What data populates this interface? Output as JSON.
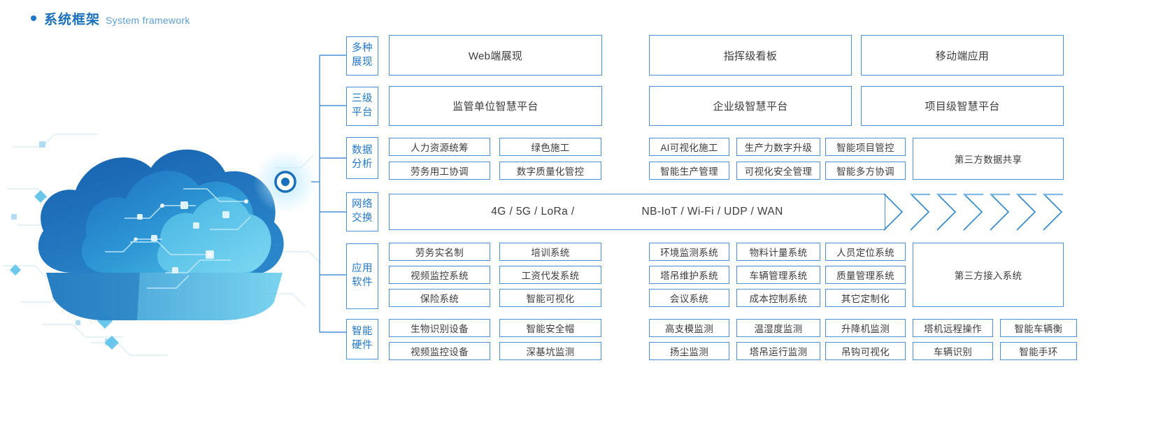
{
  "header": {
    "bullet": "bullet-dot",
    "title_cn": "系统框架",
    "title_en": "System framework"
  },
  "illustration": {
    "name": "cloud-computing-illustration",
    "colors": {
      "deep": "#1462ad",
      "mid": "#2d8ed0",
      "light": "#56c5e8",
      "pale": "#bfe4f5"
    }
  },
  "colors": {
    "accent": "#2277c8",
    "border": "#4a90d9",
    "text": "#3c3c3c",
    "label_text": "#2277c8"
  },
  "rows": [
    {
      "id": "presentation",
      "label": "多种\n展现",
      "label_l1": "多种",
      "label_l2": "展现",
      "groups": [
        {
          "id": "left",
          "cells": [
            [
              "Web端展现"
            ]
          ]
        },
        {
          "id": "middle",
          "cells": [
            [
              "指挥级看板"
            ]
          ]
        },
        {
          "id": "right",
          "cells": [
            [
              "移动端应用"
            ]
          ]
        }
      ]
    },
    {
      "id": "platform",
      "label_l1": "三级",
      "label_l2": "平台",
      "groups": [
        {
          "id": "left",
          "cells": [
            [
              "监管单位智慧平台"
            ]
          ]
        },
        {
          "id": "middle",
          "cells": [
            [
              "企业级智慧平台"
            ]
          ]
        },
        {
          "id": "right",
          "cells": [
            [
              "项目级智慧平台"
            ]
          ]
        }
      ]
    },
    {
      "id": "data-analysis",
      "label_l1": "数据",
      "label_l2": "分析",
      "groups": [
        {
          "id": "left",
          "cells": [
            [
              "人力资源统筹",
              "绿色施工"
            ],
            [
              "劳务用工协调",
              "数字质量化管控"
            ]
          ]
        },
        {
          "id": "middle",
          "cells": [
            [
              "AI可视化施工",
              "生产力数字升级",
              "智能项目管控"
            ],
            [
              "智能生产管理",
              "可视化安全管理",
              "智能多方协调"
            ]
          ]
        },
        {
          "id": "right",
          "cells": [
            [
              "第三方数据共享"
            ]
          ]
        }
      ]
    },
    {
      "id": "network",
      "label_l1": "网络",
      "label_l2": "交换",
      "network_text_left": "4G / 5G / LoRa /",
      "network_text_right": "NB-IoT / Wi-Fi / UDP / WAN",
      "chevron_count": 7
    },
    {
      "id": "application-software",
      "label_l1": "应用",
      "label_l2": "软件",
      "groups": [
        {
          "id": "left",
          "cells": [
            [
              "劳务实名制",
              "培训系统"
            ],
            [
              "视频监控系统",
              "工资代发系统"
            ],
            [
              "保险系统",
              "智能可视化"
            ]
          ]
        },
        {
          "id": "middle",
          "cells": [
            [
              "环境监测系统",
              "物料计量系统",
              "人员定位系统"
            ],
            [
              "塔吊维护系统",
              "车辆管理系统",
              "质量管理系统"
            ],
            [
              "会议系统",
              "成本控制系统",
              "其它定制化"
            ]
          ]
        },
        {
          "id": "right",
          "cells": [
            [
              "第三方接入系统"
            ]
          ]
        }
      ]
    },
    {
      "id": "smart-hardware",
      "label_l1": "智能",
      "label_l2": "硬件",
      "groups": [
        {
          "id": "left",
          "cells": [
            [
              "生物识别设备",
              "智能安全帽"
            ],
            [
              "视频监控设备",
              "深基坑监测"
            ]
          ]
        },
        {
          "id": "middle",
          "cells": [
            [
              "高支模监测",
              "温湿度监测",
              "升降机监测"
            ],
            [
              "扬尘监测",
              "塔吊运行监测",
              "吊钩可视化"
            ]
          ]
        },
        {
          "id": "right",
          "cells": [
            [
              "塔机远程操作",
              "智能车辆衡"
            ],
            [
              "车辆识别",
              "智能手环"
            ]
          ]
        }
      ]
    }
  ]
}
